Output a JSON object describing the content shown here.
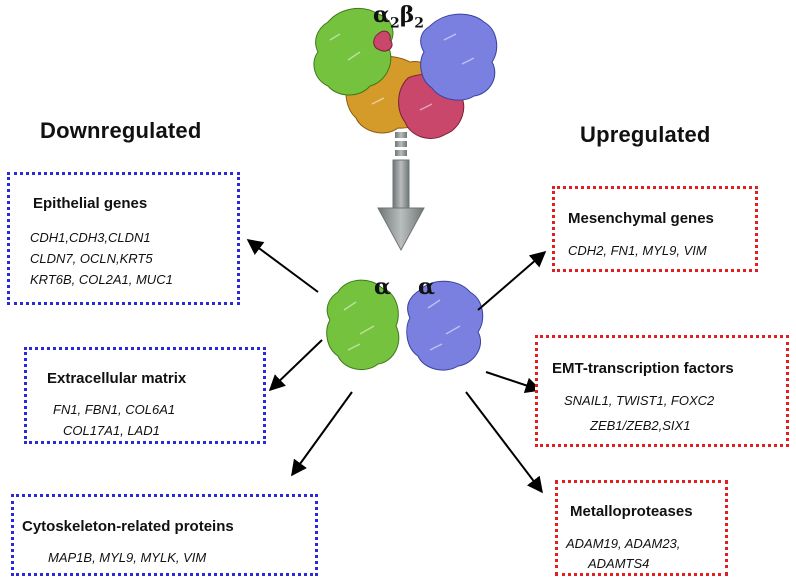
{
  "top_label": {
    "alpha": "α",
    "beta": "β",
    "sub": "2"
  },
  "monomer_labels": {
    "left": "α",
    "right": "α"
  },
  "headings": {
    "down": "Downregulated",
    "up": "Upregulated"
  },
  "boxes": {
    "epithelial": {
      "title": "Epithelial genes",
      "lines": [
        "CDH1,CDH3,CLDN1",
        "CLDN7, OCLN,KRT5",
        "KRT6B, COL2A1, MUC1"
      ]
    },
    "ecm": {
      "title": "Extracellular matrix",
      "lines": [
        "FN1, FBN1, COL6A1",
        "COL17A1, LAD1"
      ]
    },
    "cytoskeleton": {
      "title": "Cytoskeleton-related proteins",
      "lines": [
        "MAP1B, MYL9, MYLK, VIM"
      ]
    },
    "mesenchymal": {
      "title": "Mesenchymal genes",
      "lines": [
        "CDH2, FN1, MYL9, VIM"
      ]
    },
    "emt": {
      "title": "EMT-transcription factors",
      "lines": [
        "SNAIL1, TWIST1, FOXC2",
        "ZEB1/ZEB2,SIX1"
      ]
    },
    "metallo": {
      "title": "Metalloproteases",
      "lines": [
        "ADAM19, ADAM23,",
        "ADAMTS4"
      ]
    }
  },
  "colors": {
    "down_border": "#2a2ad8",
    "up_border": "#e02020",
    "alpha_green": "#74c23e",
    "alpha_blue": "#7a80e0",
    "beta_orange": "#d49a2a",
    "beta_pink": "#c8476a",
    "arrow_gray": "#9aa0a0"
  }
}
